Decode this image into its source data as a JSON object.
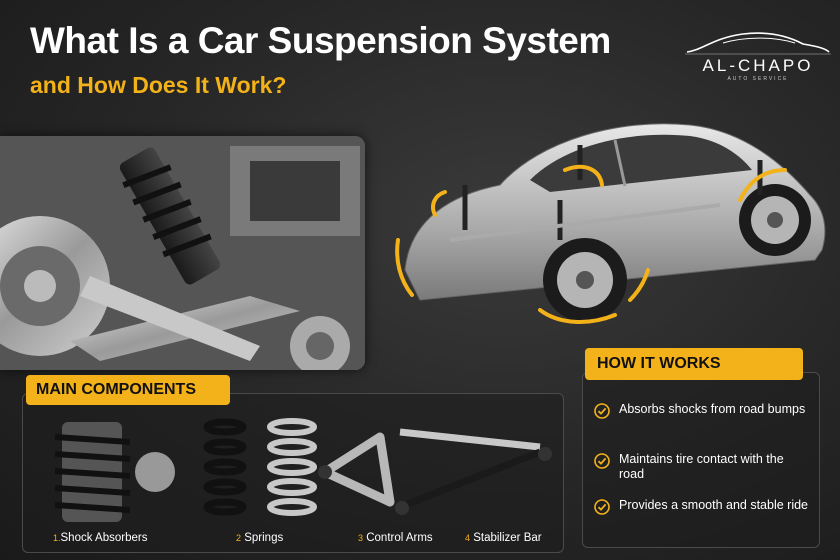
{
  "header": {
    "title_line1": "What Is a Car Suspension System",
    "title_line2": "and How Does It Work?"
  },
  "logo": {
    "name": "AL-CHAPO",
    "tagline": "AUTO SERVICE"
  },
  "colors": {
    "accent": "#f3b21a",
    "background": "#2a2a2a",
    "text": "#ffffff"
  },
  "components": {
    "heading": "MAIN COMPONENTS",
    "items": [
      {
        "number": "1.",
        "label": "Shock Absorbers",
        "icon": "shock-absorber-icon"
      },
      {
        "number": "2",
        "label": "Springs",
        "icon": "coil-spring-icon"
      },
      {
        "number": "3",
        "label": "Control Arms",
        "icon": "control-arm-icon"
      },
      {
        "number": "4",
        "label": "Stabilizer Bar",
        "icon": "stabilizer-bar-icon"
      }
    ]
  },
  "how_it_works": {
    "heading": "HOW IT WORKS",
    "items": [
      {
        "text": "Absorbs shocks from road bumps",
        "icon": "check-circle-icon"
      },
      {
        "text": "Maintains tire contact with the road",
        "icon": "check-circle-icon"
      },
      {
        "text": "Provides a smooth and stable ride",
        "icon": "check-circle-icon"
      }
    ]
  }
}
